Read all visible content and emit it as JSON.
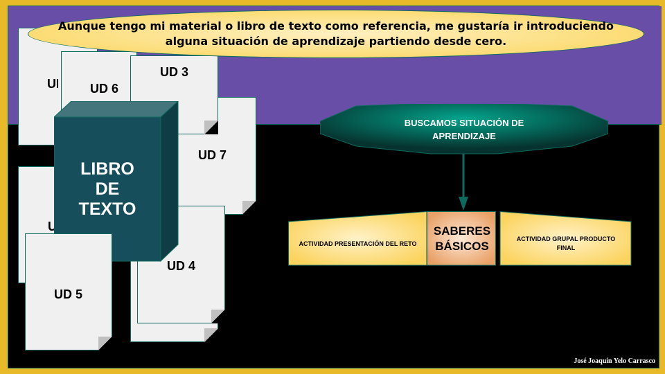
{
  "intro_text": "Aunque tengo mi material o libro de texto como referencia, me gustaría ir introduciendo alguna situación de aprendizaje partiendo desde cero.",
  "units": {
    "ud1": "UD 1",
    "ud2": "UD 2",
    "ud3": "UD 3",
    "ud4": "UD 4",
    "ud5": "UD 5",
    "ud6": "UD 6",
    "ud7": "UD 7"
  },
  "book_label": "LIBRO\nDE\nTEXTO",
  "search_label": "BUSCAMOS SITUACIÓN DE APRENDIZAJE",
  "flow": {
    "left": "ACTIVIDAD PRESENTACIÓN DEL RETO",
    "center": "SABERES BÁSICOS",
    "right": "ACTIVIDAD GRUPAL PRODUCTO FINAL"
  },
  "author": "José Joaquín Yelo Carrasco",
  "colors": {
    "purple": "#684ea6",
    "teal": "#0d6b5e",
    "yellow": "#fbd96a",
    "gold_border": "#e8b928",
    "book": "#164f5b",
    "center": "#eaa56e"
  }
}
